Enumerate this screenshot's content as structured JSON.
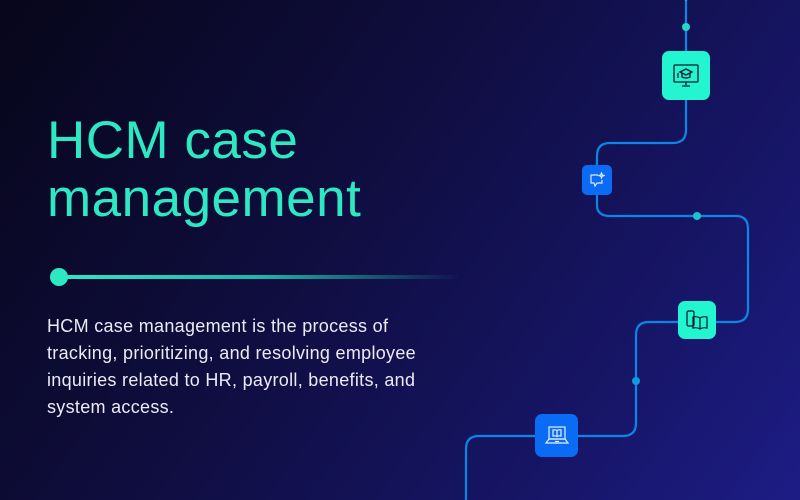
{
  "title": {
    "line1": "HCM case",
    "line2": "management"
  },
  "description": {
    "lines": [
      "HCM case management is the process of",
      "tracking, prioritizing, and resolving employee",
      "inquiries related to HR, payroll, benefits, and",
      "system access."
    ]
  },
  "colors": {
    "accent": "#2ee8c4",
    "node_mint": "#22f5cf",
    "node_blue": "#0a6cf5",
    "line_teal": "#1fc9c9",
    "line_blue": "#0f8ee6"
  },
  "flow_nodes": [
    {
      "icon": "graduation-monitor-icon"
    },
    {
      "icon": "chat-sparkle-icon"
    },
    {
      "icon": "phone-book-icon"
    },
    {
      "icon": "laptop-book-icon"
    }
  ]
}
